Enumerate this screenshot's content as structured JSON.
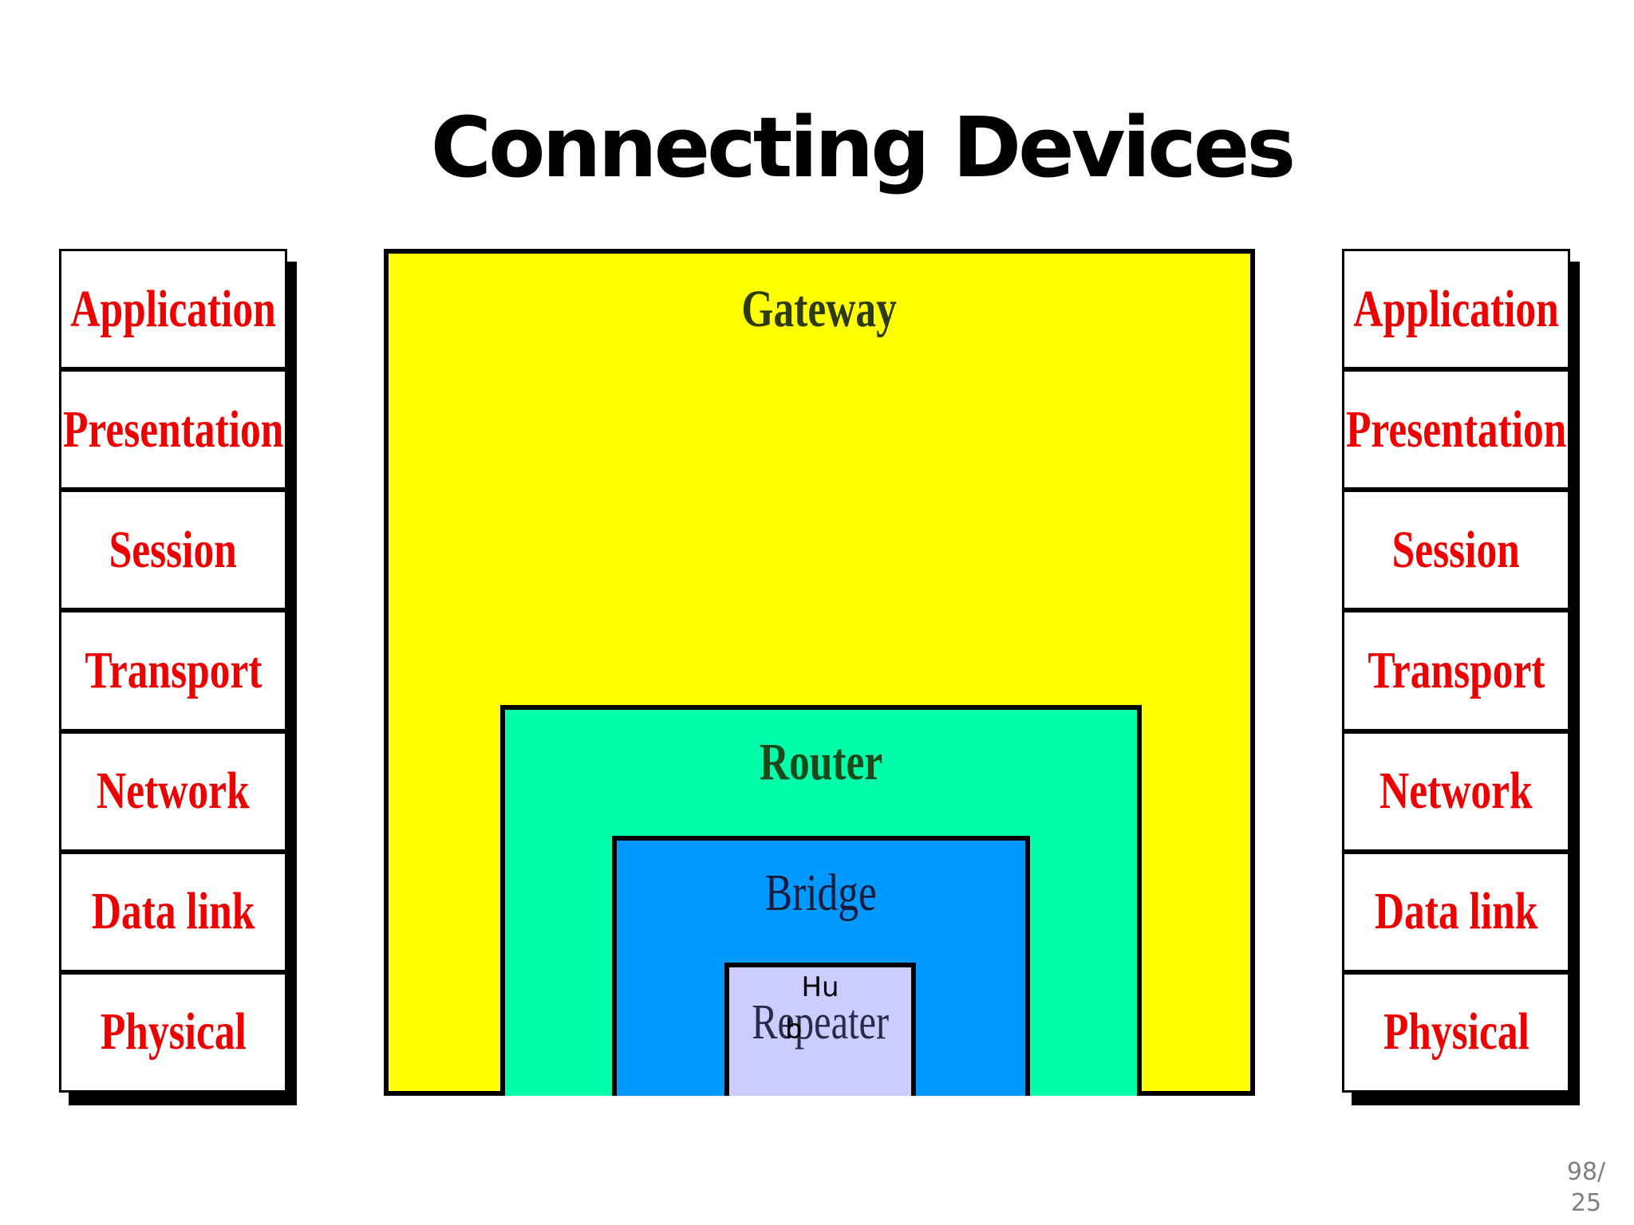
{
  "slide": {
    "title": "Connecting Devices",
    "page_number_top": "98/",
    "page_number_bottom": "25"
  },
  "left_stack": {
    "layers": [
      "Application",
      "Presentation",
      "Session",
      "Transport",
      "Network",
      "Data link",
      "Physical"
    ]
  },
  "right_stack": {
    "layers": [
      "Application",
      "Presentation",
      "Session",
      "Transport",
      "Network",
      "Data link",
      "Physical"
    ]
  },
  "devices": {
    "gateway": {
      "label": "Gateway",
      "color": "#ffff00"
    },
    "router": {
      "label": "Router",
      "color": "#00ffaa"
    },
    "bridge": {
      "label": "Bridge",
      "color": "#0099ff"
    },
    "repeater": {
      "label": "Repeater",
      "color": "#ccccff"
    },
    "hub_line1": "Hu",
    "hub_line2": "b"
  },
  "colors": {
    "layer_text": "#ee0000"
  }
}
